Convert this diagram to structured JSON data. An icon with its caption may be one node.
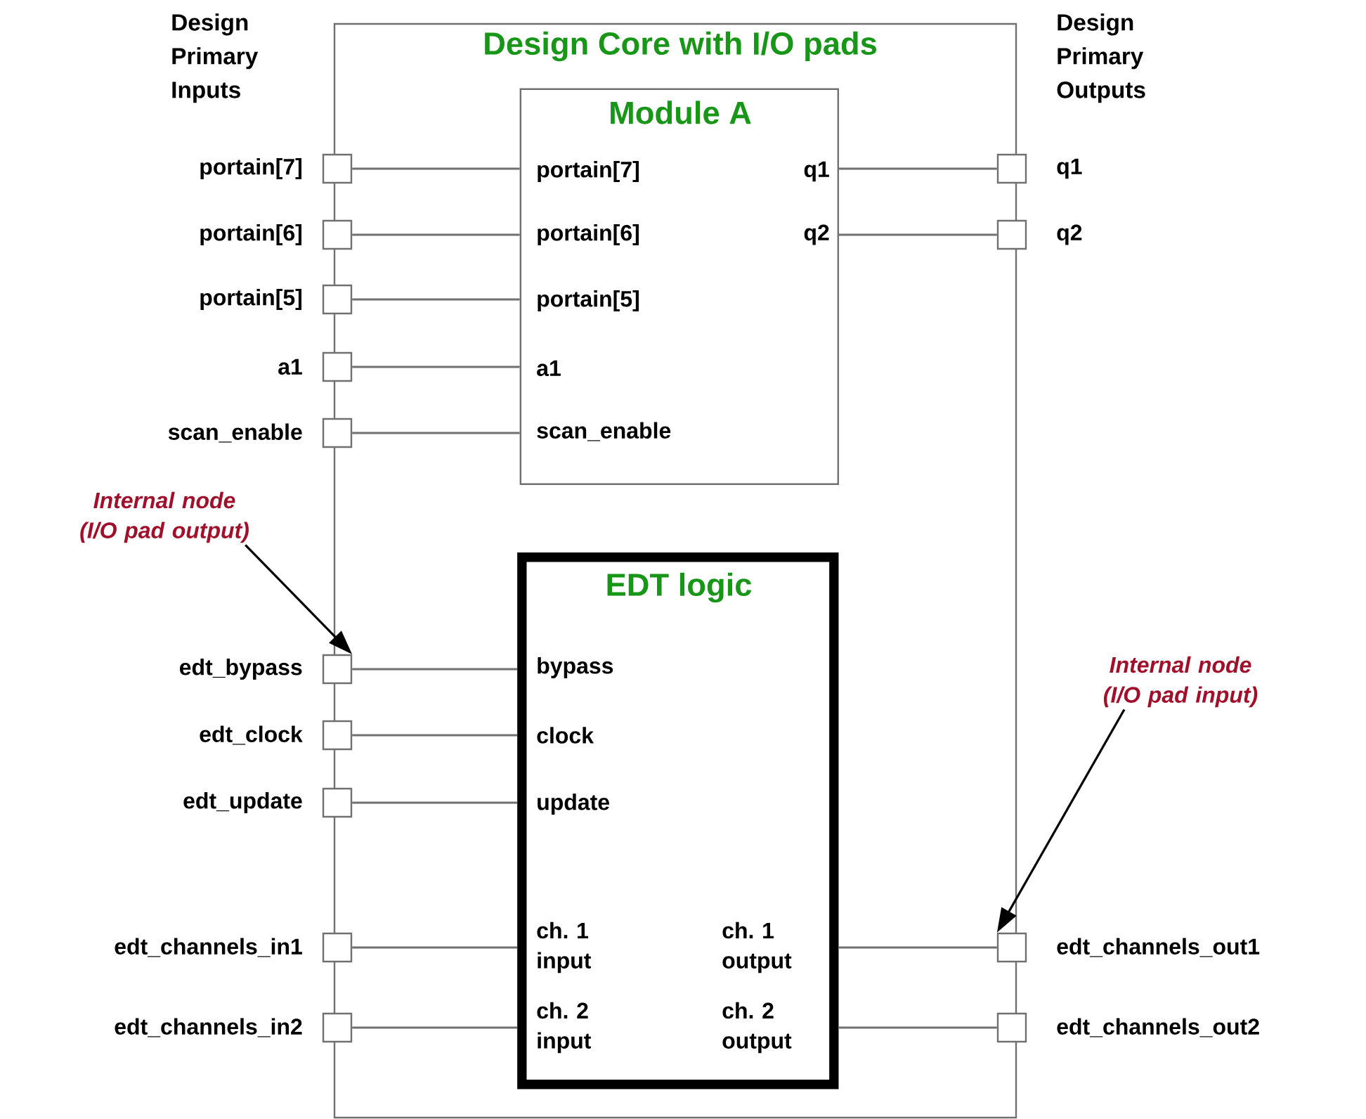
{
  "diagram": {
    "nodes": [
      {
        "text": [
          "Design Core with I/O pads"
        ]
      },
      {
        "text": [
          "Module A",
          "portain[7]",
          "portain[6]",
          "portain[5]",
          "a1",
          "scan_enable",
          "q1",
          "q2"
        ],
        "in": 0
      },
      {
        "text": [
          "EDT logic",
          "bypass",
          "clock",
          "update",
          "ch. 1 input",
          "ch. 2 input",
          "ch. 1 output",
          "ch. 2 output"
        ],
        "in": 0
      },
      {
        "text": [],
        "shape": "box",
        "beside": [
          "portain[7]"
        ]
      },
      {
        "text": [],
        "shape": "box",
        "beside": [
          "portain[6]"
        ]
      },
      {
        "text": [],
        "shape": "box",
        "beside": [
          "portain[5]"
        ]
      },
      {
        "text": [],
        "shape": "box",
        "beside": [
          "a1"
        ]
      },
      {
        "text": [],
        "shape": "box",
        "beside": [
          "scan_enable"
        ]
      },
      {
        "text": [],
        "shape": "box",
        "beside": [
          "edt_bypass"
        ]
      },
      {
        "text": [],
        "shape": "box",
        "beside": [
          "edt_clock"
        ]
      },
      {
        "text": [],
        "shape": "box",
        "beside": [
          "edt_update"
        ]
      },
      {
        "text": [],
        "shape": "box",
        "beside": [
          "edt_channels_in1"
        ]
      },
      {
        "text": [],
        "shape": "box",
        "beside": [
          "edt_channels_in2"
        ]
      },
      {
        "text": [],
        "shape": "box",
        "beside": [
          "q1"
        ]
      },
      {
        "text": [],
        "shape": "box",
        "beside": [
          "q2"
        ]
      },
      {
        "text": [],
        "shape": "box",
        "beside": [
          "edt_channels_out1"
        ]
      },
      {
        "text": [],
        "shape": "box",
        "beside": [
          "edt_channels_out2"
        ]
      },
      {
        "text": [
          "Internal node (I/O pad output)"
        ]
      },
      {
        "text": [
          "Internal node (I/O pad input)"
        ]
      }
    ],
    "edges": [
      {
        "from": 3,
        "to": 1,
        "arrow": "none"
      },
      {
        "from": 4,
        "to": 1,
        "arrow": "none"
      },
      {
        "from": 5,
        "to": 1,
        "arrow": "none"
      },
      {
        "from": 6,
        "to": 1,
        "arrow": "none"
      },
      {
        "from": 7,
        "to": 1,
        "arrow": "none"
      },
      {
        "from": 1,
        "to": 13,
        "arrow": "none"
      },
      {
        "from": 1,
        "to": 14,
        "arrow": "none"
      },
      {
        "from": 8,
        "to": 2,
        "arrow": "none"
      },
      {
        "from": 9,
        "to": 2,
        "arrow": "none"
      },
      {
        "from": 10,
        "to": 2,
        "arrow": "none"
      },
      {
        "from": 11,
        "to": 2,
        "arrow": "none"
      },
      {
        "from": 12,
        "to": 2,
        "arrow": "none"
      },
      {
        "from": 2,
        "to": 15,
        "arrow": "none"
      },
      {
        "from": 2,
        "to": 16,
        "arrow": "none"
      },
      {
        "from": 17,
        "to": 8,
        "arrow": "to",
        "color": "#000000"
      },
      {
        "from": 18,
        "to": 15,
        "arrow": "to",
        "color": "#000000"
      }
    ],
    "labels": [
      "Design Primary Inputs",
      "Design Primary Outputs"
    ]
  }
}
